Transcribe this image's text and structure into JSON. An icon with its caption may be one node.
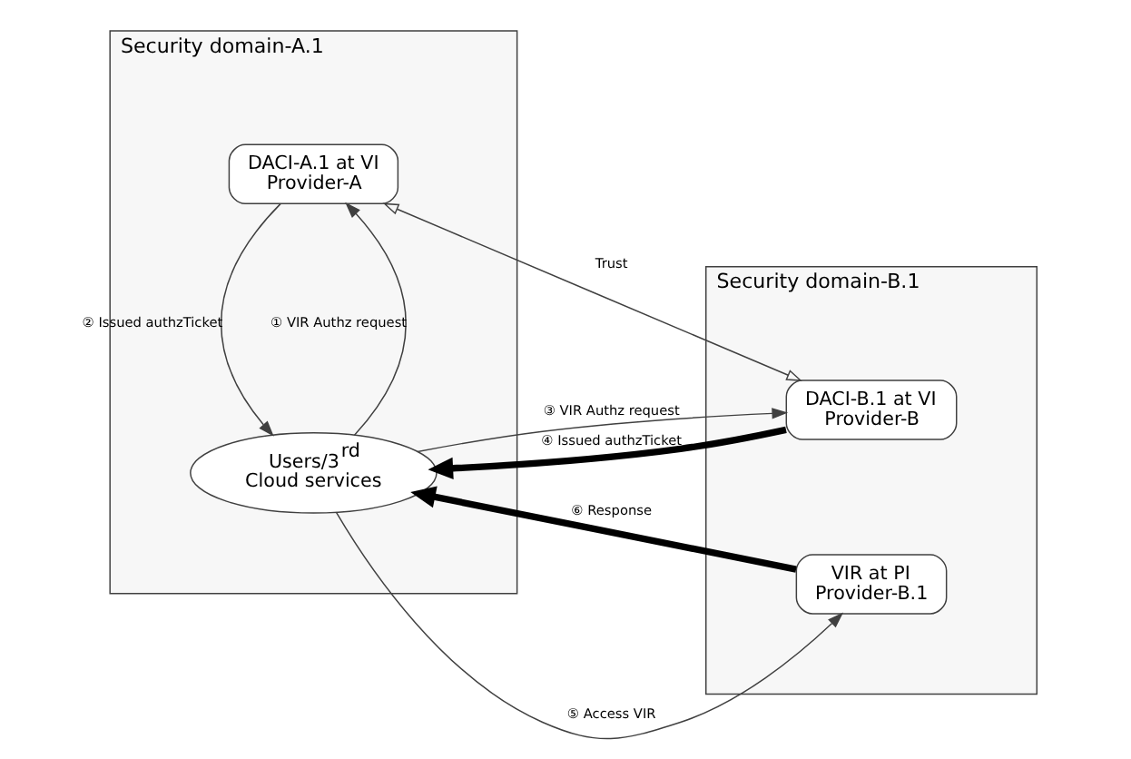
{
  "diagram": {
    "nodes": [
      {
        "text": [
          "Security domain-A.1"
        ]
      },
      {
        "text": [
          "DACI-A.1 at VI Provider-A"
        ],
        "in": 0
      },
      {
        "text": [
          "Users/3$^{rd}$ Cloud services"
        ],
        "in": 0
      },
      {
        "text": [
          "Security domain-B.1"
        ]
      },
      {
        "text": [
          "DACI-B.1 at VI Provider-B"
        ],
        "in": 3
      },
      {
        "text": [
          "VIR at PI Provider-B.1"
        ],
        "in": 3
      }
    ],
    "edges": [
      {
        "from": 1,
        "to": 4,
        "arrow": "both",
        "label": "Trust"
      },
      {
        "from": 2,
        "to": 1,
        "arrow": "to",
        "label": "① VIR Authz request"
      },
      {
        "from": 1,
        "to": 2,
        "arrow": "to",
        "label": "② Issued authzTicket"
      },
      {
        "from": 2,
        "to": 4,
        "arrow": "to",
        "label": "③ VIR Authz request"
      },
      {
        "from": 4,
        "to": 2,
        "arrow": "to",
        "label": "④ Issued authzTicket",
        "style": "thick",
        "color": "#000000"
      },
      {
        "from": 2,
        "to": 5,
        "arrow": "to",
        "label": "⑤ Access VIR"
      },
      {
        "from": 5,
        "to": 2,
        "arrow": "to",
        "label": "⑥ Response",
        "style": "thick",
        "color": "#000000"
      }
    ]
  }
}
